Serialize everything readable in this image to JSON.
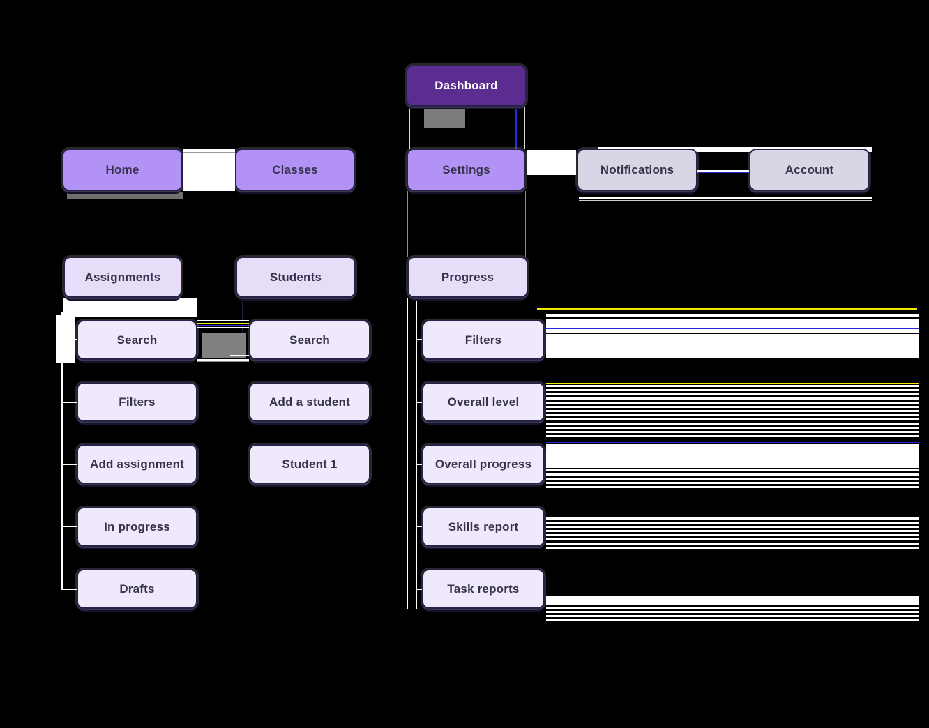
{
  "colors": {
    "background": "#000000",
    "node-primary": "#5C2D91",
    "node-primary-text": "#FFFFFF",
    "node-secondary": "#B392F6",
    "node-muted": "#D8D5E4",
    "node-tertiary": "#E7DDF9",
    "node-leaf": "#EFE9FB",
    "node-border": "#262248",
    "node-text": "#37334E",
    "connector-white": "#FFFFFF",
    "connector-gray": "#8C8C8C",
    "glitch-yellow": "#F2E900",
    "glitch-blue": "#2A2AE0"
  },
  "nodes": {
    "dashboard": {
      "label": "Dashboard"
    },
    "home": {
      "label": "Home"
    },
    "classes": {
      "label": "Classes"
    },
    "settings": {
      "label": "Settings"
    },
    "notifications": {
      "label": "Notifications"
    },
    "account": {
      "label": "Account"
    },
    "assignments": {
      "label": "Assignments"
    },
    "students": {
      "label": "Students"
    },
    "progress": {
      "label": "Progress"
    },
    "assignments_search": {
      "label": "Search"
    },
    "assignments_filters": {
      "label": "Filters"
    },
    "add_assignment": {
      "label": "Add assignment"
    },
    "in_progress": {
      "label": "In progress"
    },
    "drafts": {
      "label": "Drafts"
    },
    "students_search": {
      "label": "Search"
    },
    "add_a_student": {
      "label": "Add a student"
    },
    "student_1": {
      "label": "Student 1"
    },
    "progress_filters": {
      "label": "Filters"
    },
    "overall_level": {
      "label": "Overall level"
    },
    "overall_progress": {
      "label": "Overall progress"
    },
    "skills_report": {
      "label": "Skills report"
    },
    "task_reports": {
      "label": "Task reports"
    }
  }
}
